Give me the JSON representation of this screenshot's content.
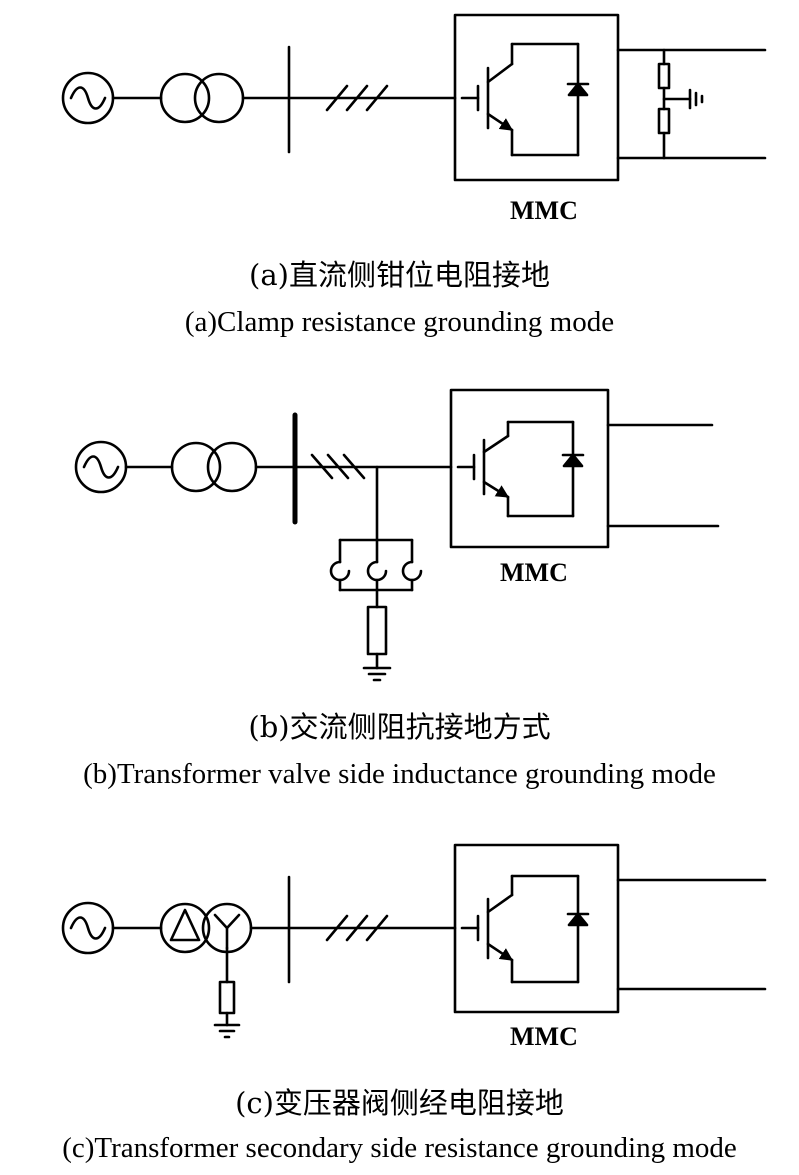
{
  "panels": [
    {
      "block_label": "MMC",
      "caption_cn": "(a)直流侧钳位电阻接地",
      "caption_en": "(a)Clamp resistance grounding mode"
    },
    {
      "block_label": "MMC",
      "caption_cn": "(b)交流侧阻抗接地方式",
      "caption_en": "(b)Transformer valve side inductance grounding mode"
    },
    {
      "block_label": "MMC",
      "caption_cn": "(c)变压器阀侧经电阻接地",
      "caption_en": "(c)Transformer secondary side resistance grounding mode"
    }
  ]
}
